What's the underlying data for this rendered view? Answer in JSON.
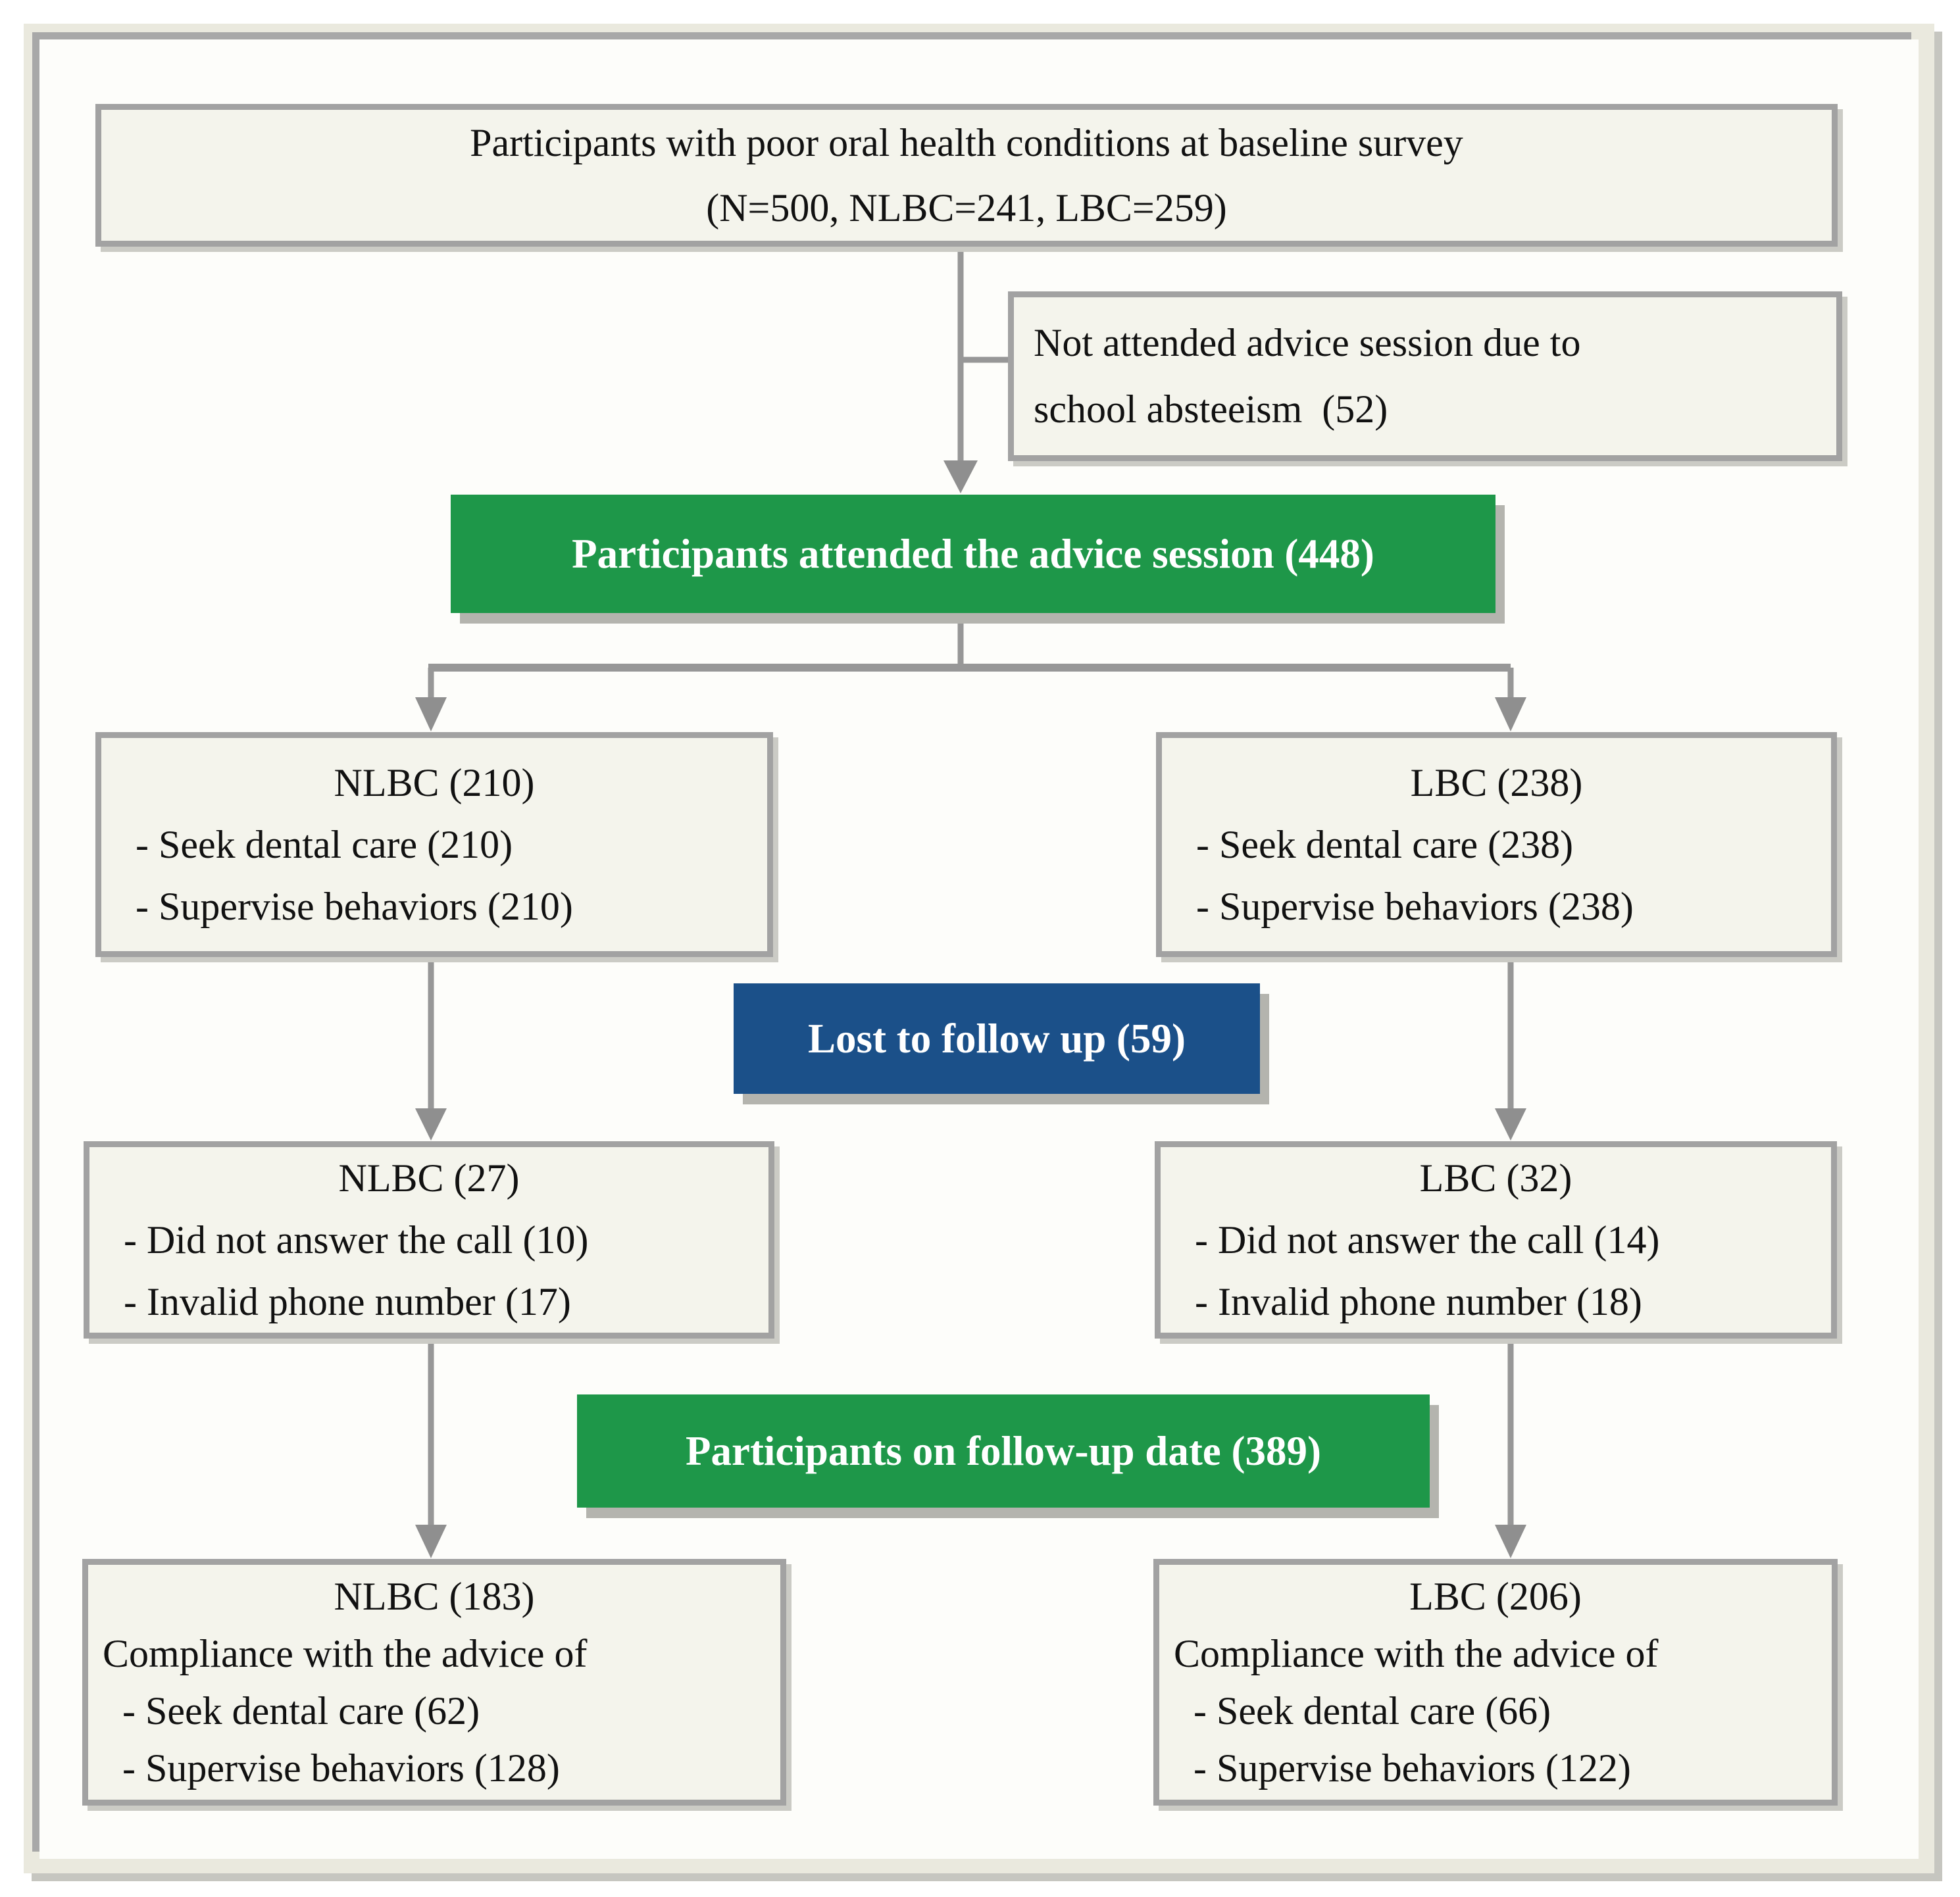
{
  "figure": {
    "boxes": {
      "baseline": {
        "lines": [
          "Participants with poor oral health conditions at baseline survey",
          "(N=500, NLBC=241, LBC=259)"
        ]
      },
      "not_attended": {
        "lines": [
          "Not attended advice session due to",
          "school absteeism  (52)"
        ]
      },
      "attended": {
        "label": "Participants attended the advice session (448)"
      },
      "nlbc_attended": {
        "title": "NLBC (210)",
        "items": [
          "- Seek dental care (210)",
          "- Supervise behaviors (210)"
        ]
      },
      "lbc_attended": {
        "title": "LBC (238)",
        "items": [
          "- Seek dental care (238)",
          "- Supervise behaviors (238)"
        ]
      },
      "lost_follow_up": {
        "label": "Lost to follow up (59)"
      },
      "nlbc_lost": {
        "title": "NLBC (27)",
        "items": [
          "- Did not answer the call (10)",
          "- Invalid phone number (17)"
        ]
      },
      "lbc_lost": {
        "title": "LBC (32)",
        "items": [
          "- Did not answer the call (14)",
          "- Invalid phone number (18)"
        ]
      },
      "follow_up": {
        "label": "Participants on follow-up date (389)"
      },
      "nlbc_follow_up": {
        "title": "NLBC (183)",
        "subtitle": "Compliance with the advice of",
        "items": [
          "- Seek dental care (62)",
          "- Supervise behaviors (128)"
        ]
      },
      "lbc_follow_up": {
        "title": "LBC (206)",
        "subtitle": "Compliance with the advice of",
        "items": [
          "- Seek dental care (66)",
          "- Supervise behaviors (122)"
        ]
      }
    },
    "colors": {
      "green": "#1e9749",
      "blue": "#1b5089",
      "box_fill": "#f4f4ec",
      "box_border": "#a2a2a2",
      "connector": "#979797",
      "arrowhead": "#8f8f8f",
      "frame_cream": "#eae9de",
      "panel_white": "#fdfdfa",
      "shadow_gray": "#b4b4ae"
    }
  }
}
